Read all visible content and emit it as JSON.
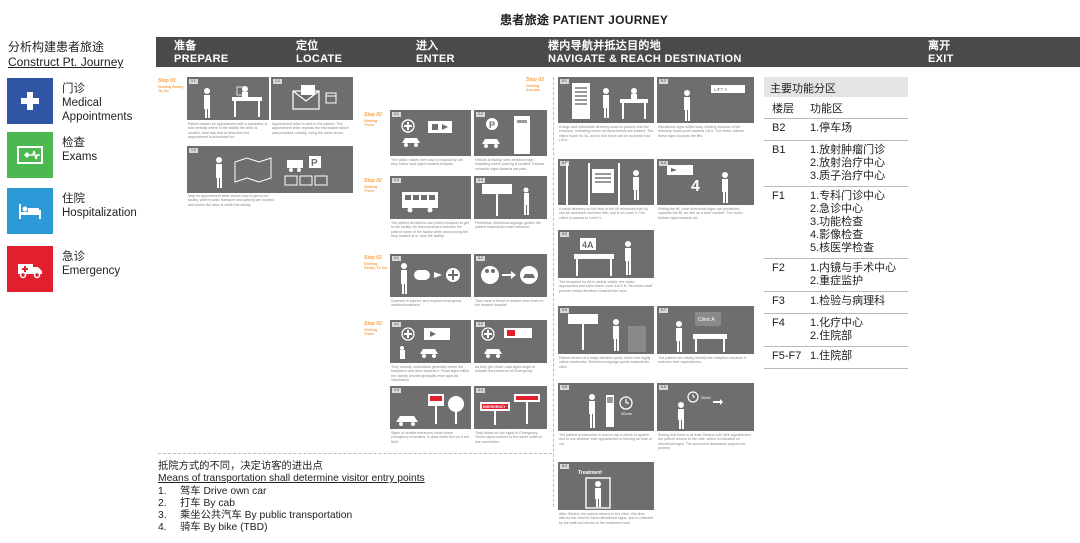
{
  "page": {
    "title": "患者旅途 PATIENT JOURNEY"
  },
  "legend": {
    "heading_zh": "分析构建患者旅途",
    "heading_en": "Construct Pt. Journey",
    "categories": [
      {
        "zh": "门诊",
        "en": "Medical Appointments",
        "color": "#2f55a4",
        "icon": "medical-cross-icon"
      },
      {
        "zh": "检查",
        "en": "Exams",
        "color": "#4cb850",
        "icon": "heart-monitor-icon"
      },
      {
        "zh": "住院",
        "en": "Hospitalization",
        "color": "#2b9ad6",
        "icon": "hospital-bed-icon"
      },
      {
        "zh": "急诊",
        "en": "Emergency",
        "color": "#e21f2d",
        "icon": "ambulance-icon"
      }
    ]
  },
  "stages": [
    {
      "zh": "准备",
      "en": "PREPARE"
    },
    {
      "zh": "定位",
      "en": "LOCATE"
    },
    {
      "zh": "进入",
      "en": "ENTER"
    },
    {
      "zh": "楼内导航并抵达目的地",
      "en": "NAVIGATE & REACH DESTINATION"
    },
    {
      "zh": "离开",
      "en": "EXIT"
    }
  ],
  "steps": [
    {
      "label": "Step 01",
      "sub": "Getting Ready To Go"
    },
    {
      "label": "Step 02",
      "sub": "Getting There"
    },
    {
      "label": "Step 02",
      "sub": "Getting There"
    },
    {
      "label": "Step 02",
      "sub": "Getting Ready To Go"
    },
    {
      "label": "Step 02",
      "sub": "Getting There"
    },
    {
      "label": "Step 03",
      "sub": "Getting Around"
    }
  ],
  "panel_tags": {
    "a": "1.1",
    "b": "1.2",
    "c": "1.3",
    "d": "2.1",
    "e": "2.2",
    "f": "2.3",
    "g": "2.4",
    "h": "3.1",
    "i": "3.2",
    "j": "4.1",
    "k": "4.2",
    "l": "4.3",
    "m": "4.4",
    "n": "5.1",
    "o": "5.2",
    "p": "5.3",
    "q": "5.4",
    "r": "5.5",
    "s": "5.6",
    "t": "5.7",
    "u": "5.8",
    "v": "5.9",
    "w": "6.0"
  },
  "panel_signs": {
    "lift": "4A",
    "floor": "4",
    "lift_label": "LIFT A",
    "clinic": "Clinic A",
    "treatment": "Treatment",
    "emergency": "EMERGENCY",
    "time": "30min"
  },
  "captions": {
    "a": "Patient makes an appointment with a specialist, is told verbally where in the facility the clinic is located, what day and at what time the appointment is scheduled for.",
    "b": "Appointment letter is sent to the patient. The appointment letter repeats the information which was provided verbally, using the same terms.",
    "c": "Map on appointment letter shows how to get to the facility, where public transport and parking are located, and where the clinic is within the facility.",
    "d": "The visitor makes their way to hospital by car, they follow road signs towards hospital.",
    "e": "Vehicle at facility, sees entrance sign indicating where parking is located. Follows vehicular signs towards car park.",
    "f": "The patient decides to use public transport to get to the facility. An announcement includes the patient name of the facility when announcing the stop located at or near the facility.",
    "g": "Pedestrian directional signage guides the patient towards the main entrance.",
    "h": "A person is injured, and requires emergency medical treatment.",
    "i": "They have a friend or relative drive them to the nearest hospital.",
    "j": "They already understand generally where the hospital is and drive towards it. Road signs within the vicinity provide gradually more specific information.",
    "k": "As they get closer road signs begin to indicate the presence of Emergency.",
    "l": "Signs at vehicle entrances show where emergency is located, in clear white text on a red field.",
    "m": "They follow on-site signs to Emergency. These signs conform to the same white on red convention.",
    "n": "A large and noticeable directory board is placed near the entrance, indicating where all departments are located. The visitor looks for 4A, and is told that it can be accessed via Lift A.",
    "o": "Directional signs within easy viewing distance of the directory board point towards Lift A. The visitor follows these signs towards the lifts.",
    "p": "A small directory on the face of the lift reinforces that 4A can be accessed via these lifts, and is on Level 4. The visitor proceeds to Level 4.",
    "q": "Exiting the lift, clear directional signs are positioned opposite the lift, as well as a level number. The visitor follows signs towards 4A.",
    "r": "The reception for 4A is clearly visible; the visitor approaches and sees where room 4A12 is. Reception staff provide verbal directions towards the room.",
    "s": "Patient arrives at a major decision point, which has highly visible landmarks. Directional signage points towards the clinic.",
    "t": "The patient can clearly identify the reception because it matches their expectations.",
    "u": "The patient is instructed in how to use a check-in system and to use whether their appointment is running on time or not.",
    "v": "Seeing that there is at least 30mins until their appointment, the patient returns to the cafe, which is indicated on directional signs. The prominent landmarks support the journey.",
    "w": "After 30mins, the patient returns to the clinic, this time without the need to follow directional signs, and is collected by the staff and shown to the treatment room."
  },
  "zone_table": {
    "title": "主要功能分区",
    "col_floor": "楼层",
    "col_zone": "功能区",
    "rows": [
      {
        "floor": "B2",
        "zones": [
          "1.停车场"
        ]
      },
      {
        "floor": "B1",
        "zones": [
          "1.放射肿瘤门诊",
          "2.放射治疗中心",
          "3.质子治疗中心"
        ]
      },
      {
        "floor": "F1",
        "zones": [
          "1.专科门诊中心",
          "2.急诊中心",
          "3.功能检查",
          "4.影像检查",
          "5.核医学检查"
        ]
      },
      {
        "floor": "F2",
        "zones": [
          "1.内镜与手术中心",
          "2.重症监护"
        ]
      },
      {
        "floor": "F3",
        "zones": [
          "1.检验与病理科"
        ]
      },
      {
        "floor": "F4",
        "zones": [
          "1.化疗中心",
          "2.住院部"
        ]
      },
      {
        "floor": "F5-F7",
        "zones": [
          "1.住院部"
        ]
      }
    ]
  },
  "transport": {
    "heading_zh": "抵院方式的不同，决定访客的进出点",
    "heading_en": "Means of transportation shall determine visitor entry points",
    "items": [
      {
        "n": "1.",
        "text": "驾车 Drive own car"
      },
      {
        "n": "2.",
        "text": "打车 By cab"
      },
      {
        "n": "3.",
        "text": "乘坐公共汽车 By public transportation"
      },
      {
        "n": "4.",
        "text": "骑车 By bike (TBD)"
      }
    ]
  },
  "colors": {
    "stage_bar": "#4a4a4a",
    "panel": "#6e6e6e",
    "step_accent": "#f5a34a"
  }
}
